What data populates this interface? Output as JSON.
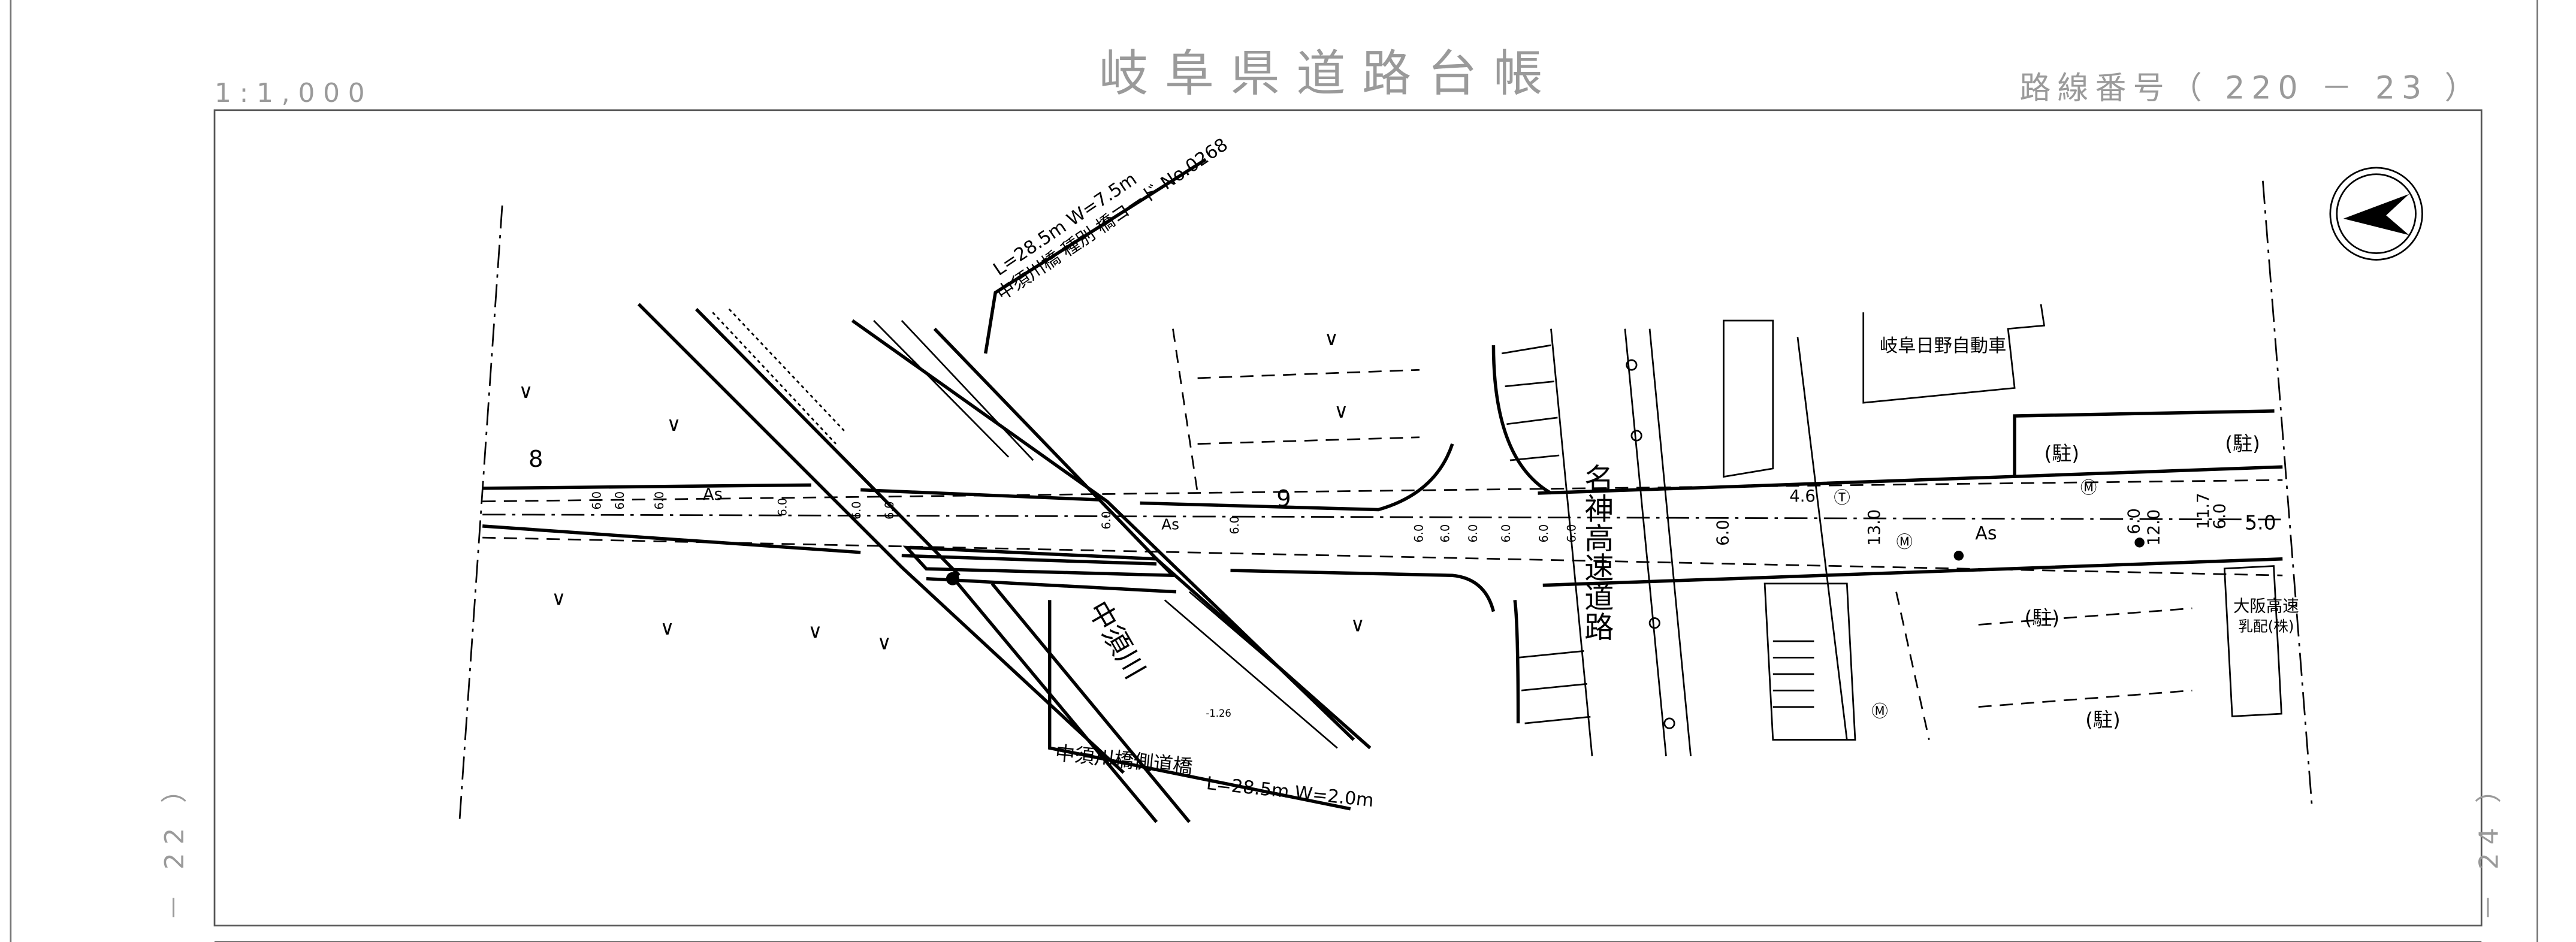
{
  "header": {
    "scale": "1:1,000",
    "title": "岐阜県道路台帳",
    "route_number": "路線番号（ 220 － 23 ）"
  },
  "side_labels": {
    "left_adjacent": "－ 22 ）",
    "right_adjacent": "－ 24 ）"
  },
  "map": {
    "bridge_main_name": "中須川橋 種別 橋コード No.0268",
    "bridge_main_dims": "L=28.5m W=7.5m",
    "bridge_side_name": "中須川橋側道橋",
    "bridge_side_dims": "L=28.5m W=2.0m",
    "river": "中須川",
    "expressway": "名神高速道路",
    "building_hino": "岐阜日野自動車",
    "building_osaka": [
      "大阪高速",
      "乳配(株)"
    ],
    "parking": [
      "(駐)",
      "(駐)",
      "(駐)",
      "(駐)"
    ],
    "pavement": [
      "As",
      "As",
      "As"
    ],
    "widths": [
      "6.0",
      "6.0",
      "6.0",
      "6.0",
      "6.0",
      "6.0",
      "6.0",
      "6.0",
      "6.0",
      "6.0",
      "6.0",
      "6.0",
      "6.0",
      "6.0"
    ],
    "dims_right": [
      "4.6",
      "6.0",
      "13.0",
      "6.0",
      "12.0",
      "11.7",
      "6.0",
      "5.0"
    ],
    "section_marks": [
      "8",
      "9"
    ],
    "elevation": "-1.26",
    "symbols": [
      "Ⓜ",
      "Ⓜ",
      "Ⓜ",
      "Ⓣ"
    ]
  }
}
